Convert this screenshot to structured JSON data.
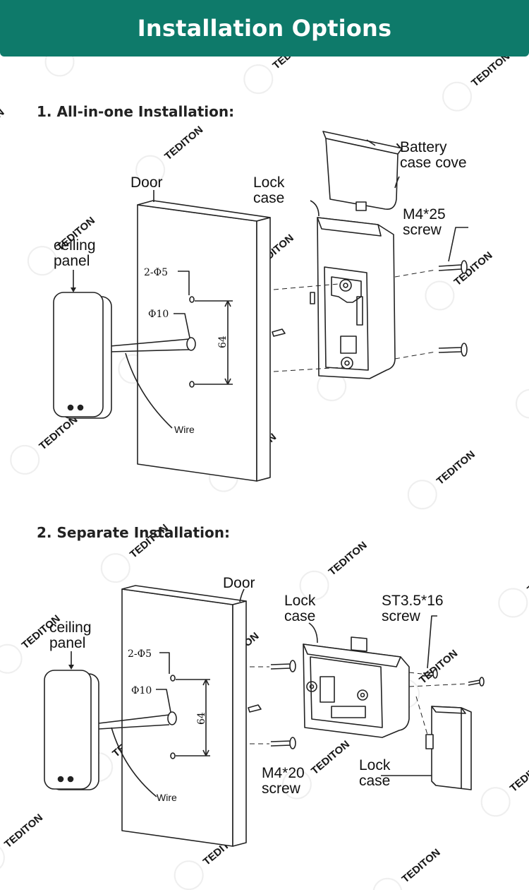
{
  "header": {
    "title": "Installation Options"
  },
  "colors": {
    "header_bg": "#0e7a6a",
    "line": "#222222"
  },
  "watermark": {
    "text": "TEDITON"
  },
  "section1": {
    "title": "1. All-in-one Installation:",
    "labels": {
      "door": "Door",
      "lock_case_1": "Lock",
      "lock_case_2": "case",
      "battery_1": "Battery",
      "battery_2": "case cove",
      "screw_1": "M4*25",
      "screw_2": "screw",
      "panel_1": "ceiling",
      "panel_2": "panel",
      "holes": "2-Φ5",
      "hole_wire": "Φ10",
      "dimension": "64",
      "wire": "Wire"
    }
  },
  "section2": {
    "title": "2. Separate Installation:",
    "labels": {
      "door": "Door",
      "lock_case_1": "Lock",
      "lock_case_2": "case",
      "screw_top_1": "ST3.5*16",
      "screw_top_2": "screw",
      "panel_1": "ceiling",
      "panel_2": "panel",
      "holes": "2-Φ5",
      "hole_wire": "Φ10",
      "dimension": "64",
      "screw_bottom_1": "M4*20",
      "screw_bottom_2": "screw",
      "battery_case_1": "Lock",
      "battery_case_2": "case",
      "wire": "Wire"
    }
  }
}
